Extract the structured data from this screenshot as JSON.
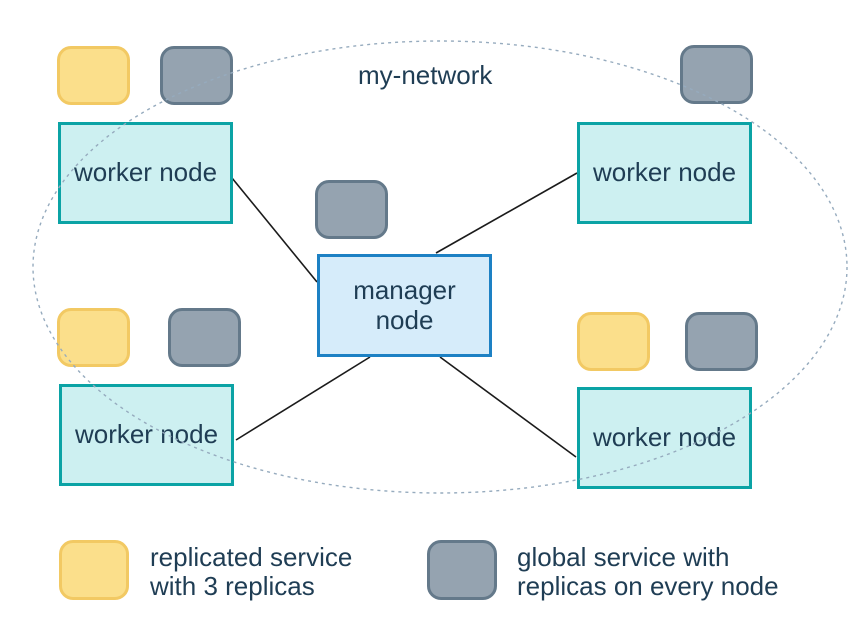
{
  "network": {
    "label": "my-network"
  },
  "nodes": {
    "manager": "manager\nnode",
    "workers": [
      "worker node",
      "worker node",
      "worker node",
      "worker node"
    ]
  },
  "icons": {
    "replicated_service_swatch": "yellow-rounded-square",
    "global_service_swatch": "gray-rounded-square"
  },
  "legend": {
    "items": [
      {
        "swatch": "replicated",
        "label": "replicated service\nwith 3 replicas"
      },
      {
        "swatch": "global",
        "label": "global service with\nreplicas on every node"
      }
    ]
  },
  "colors": {
    "worker_fill": "#cdf0f1",
    "worker_border": "#0ba3a5",
    "manager_fill": "#d6ecfa",
    "manager_border": "#1d81c4",
    "replicated_fill": "#fbdf8b",
    "replicated_border": "#f2c963",
    "global_fill": "#95a3b0",
    "global_border": "#64798a",
    "text": "#1f3d54",
    "network_ellipse": "#96abbe",
    "link_line": "#1b1b1b",
    "background": "#ffffff"
  }
}
